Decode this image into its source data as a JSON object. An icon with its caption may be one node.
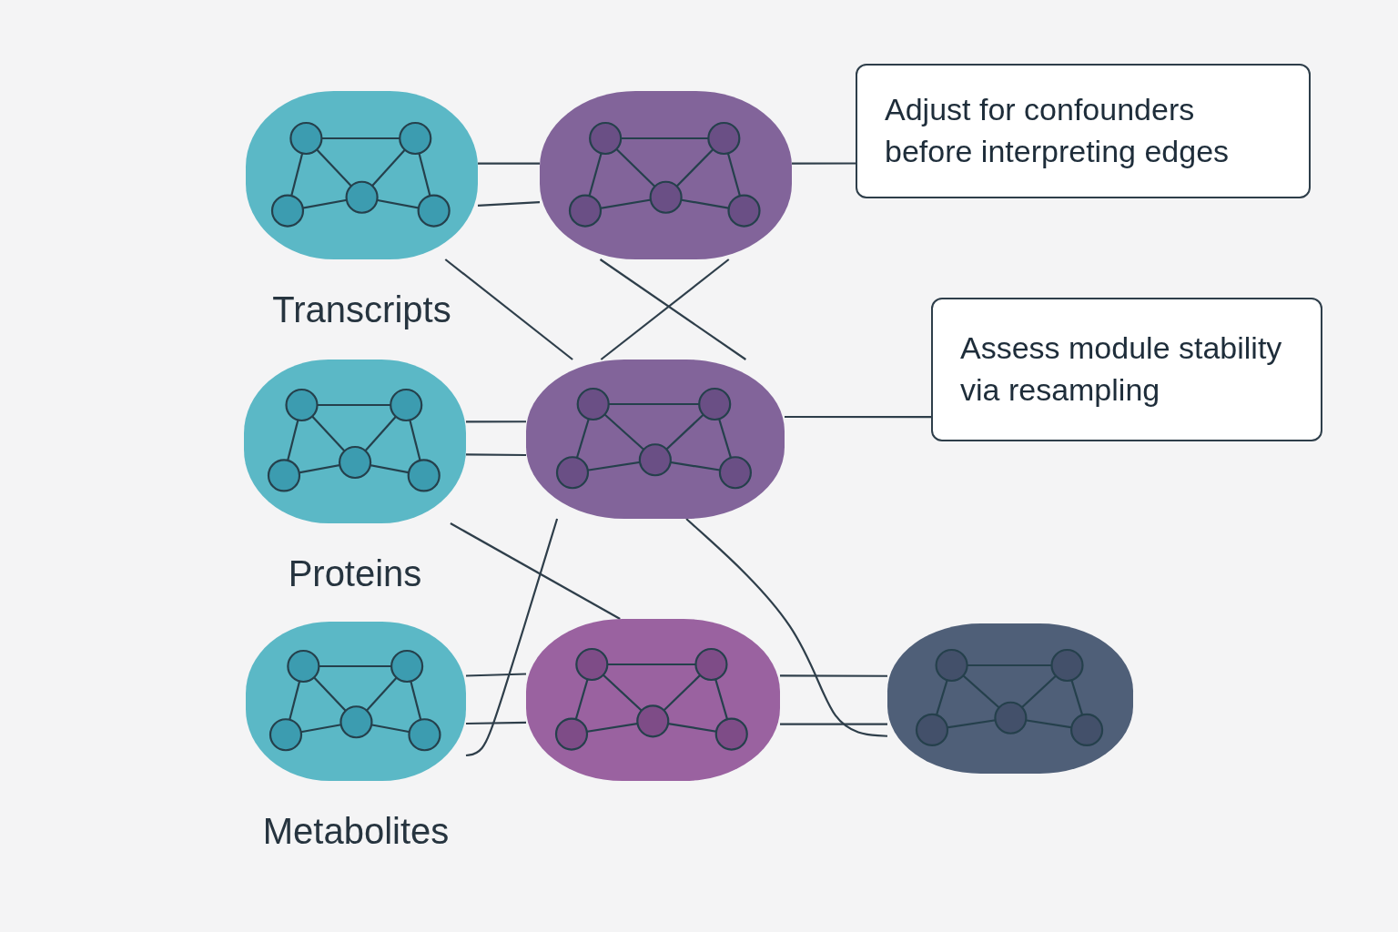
{
  "diagram": {
    "nodes": [
      {
        "text": [
          "Transcripts"
        ]
      },
      {
        "text": [],
        "shape": "box"
      },
      {
        "text": [
          "Adjust for confounders before interpreting edges"
        ]
      },
      {
        "text": [
          "Proteins"
        ]
      },
      {
        "text": [],
        "shape": "box"
      },
      {
        "text": [
          "Assess module stability via resampling"
        ]
      },
      {
        "text": [
          "Metabolites"
        ]
      },
      {
        "text": [],
        "shape": "box"
      },
      {
        "text": [],
        "shape": "box"
      }
    ],
    "edges": [
      {
        "from": 0,
        "to": 1,
        "arrow": "none"
      },
      {
        "from": 0,
        "to": 1,
        "arrow": "none"
      },
      {
        "from": 1,
        "to": 2,
        "arrow": "none"
      },
      {
        "from": 0,
        "to": 4,
        "arrow": "none"
      },
      {
        "from": 1,
        "to": 4,
        "arrow": "none"
      },
      {
        "from": 1,
        "to": 4,
        "arrow": "none"
      },
      {
        "from": 3,
        "to": 4,
        "arrow": "none"
      },
      {
        "from": 3,
        "to": 4,
        "arrow": "none"
      },
      {
        "from": 4,
        "to": 5,
        "arrow": "none"
      },
      {
        "from": 3,
        "to": 7,
        "arrow": "none"
      },
      {
        "from": 4,
        "to": 6,
        "arrow": "none"
      },
      {
        "from": 4,
        "to": 8,
        "arrow": "none"
      },
      {
        "from": 6,
        "to": 7,
        "arrow": "none"
      },
      {
        "from": 6,
        "to": 7,
        "arrow": "none"
      },
      {
        "from": 7,
        "to": 8,
        "arrow": "none"
      },
      {
        "from": 7,
        "to": 8,
        "arrow": "none"
      }
    ]
  }
}
